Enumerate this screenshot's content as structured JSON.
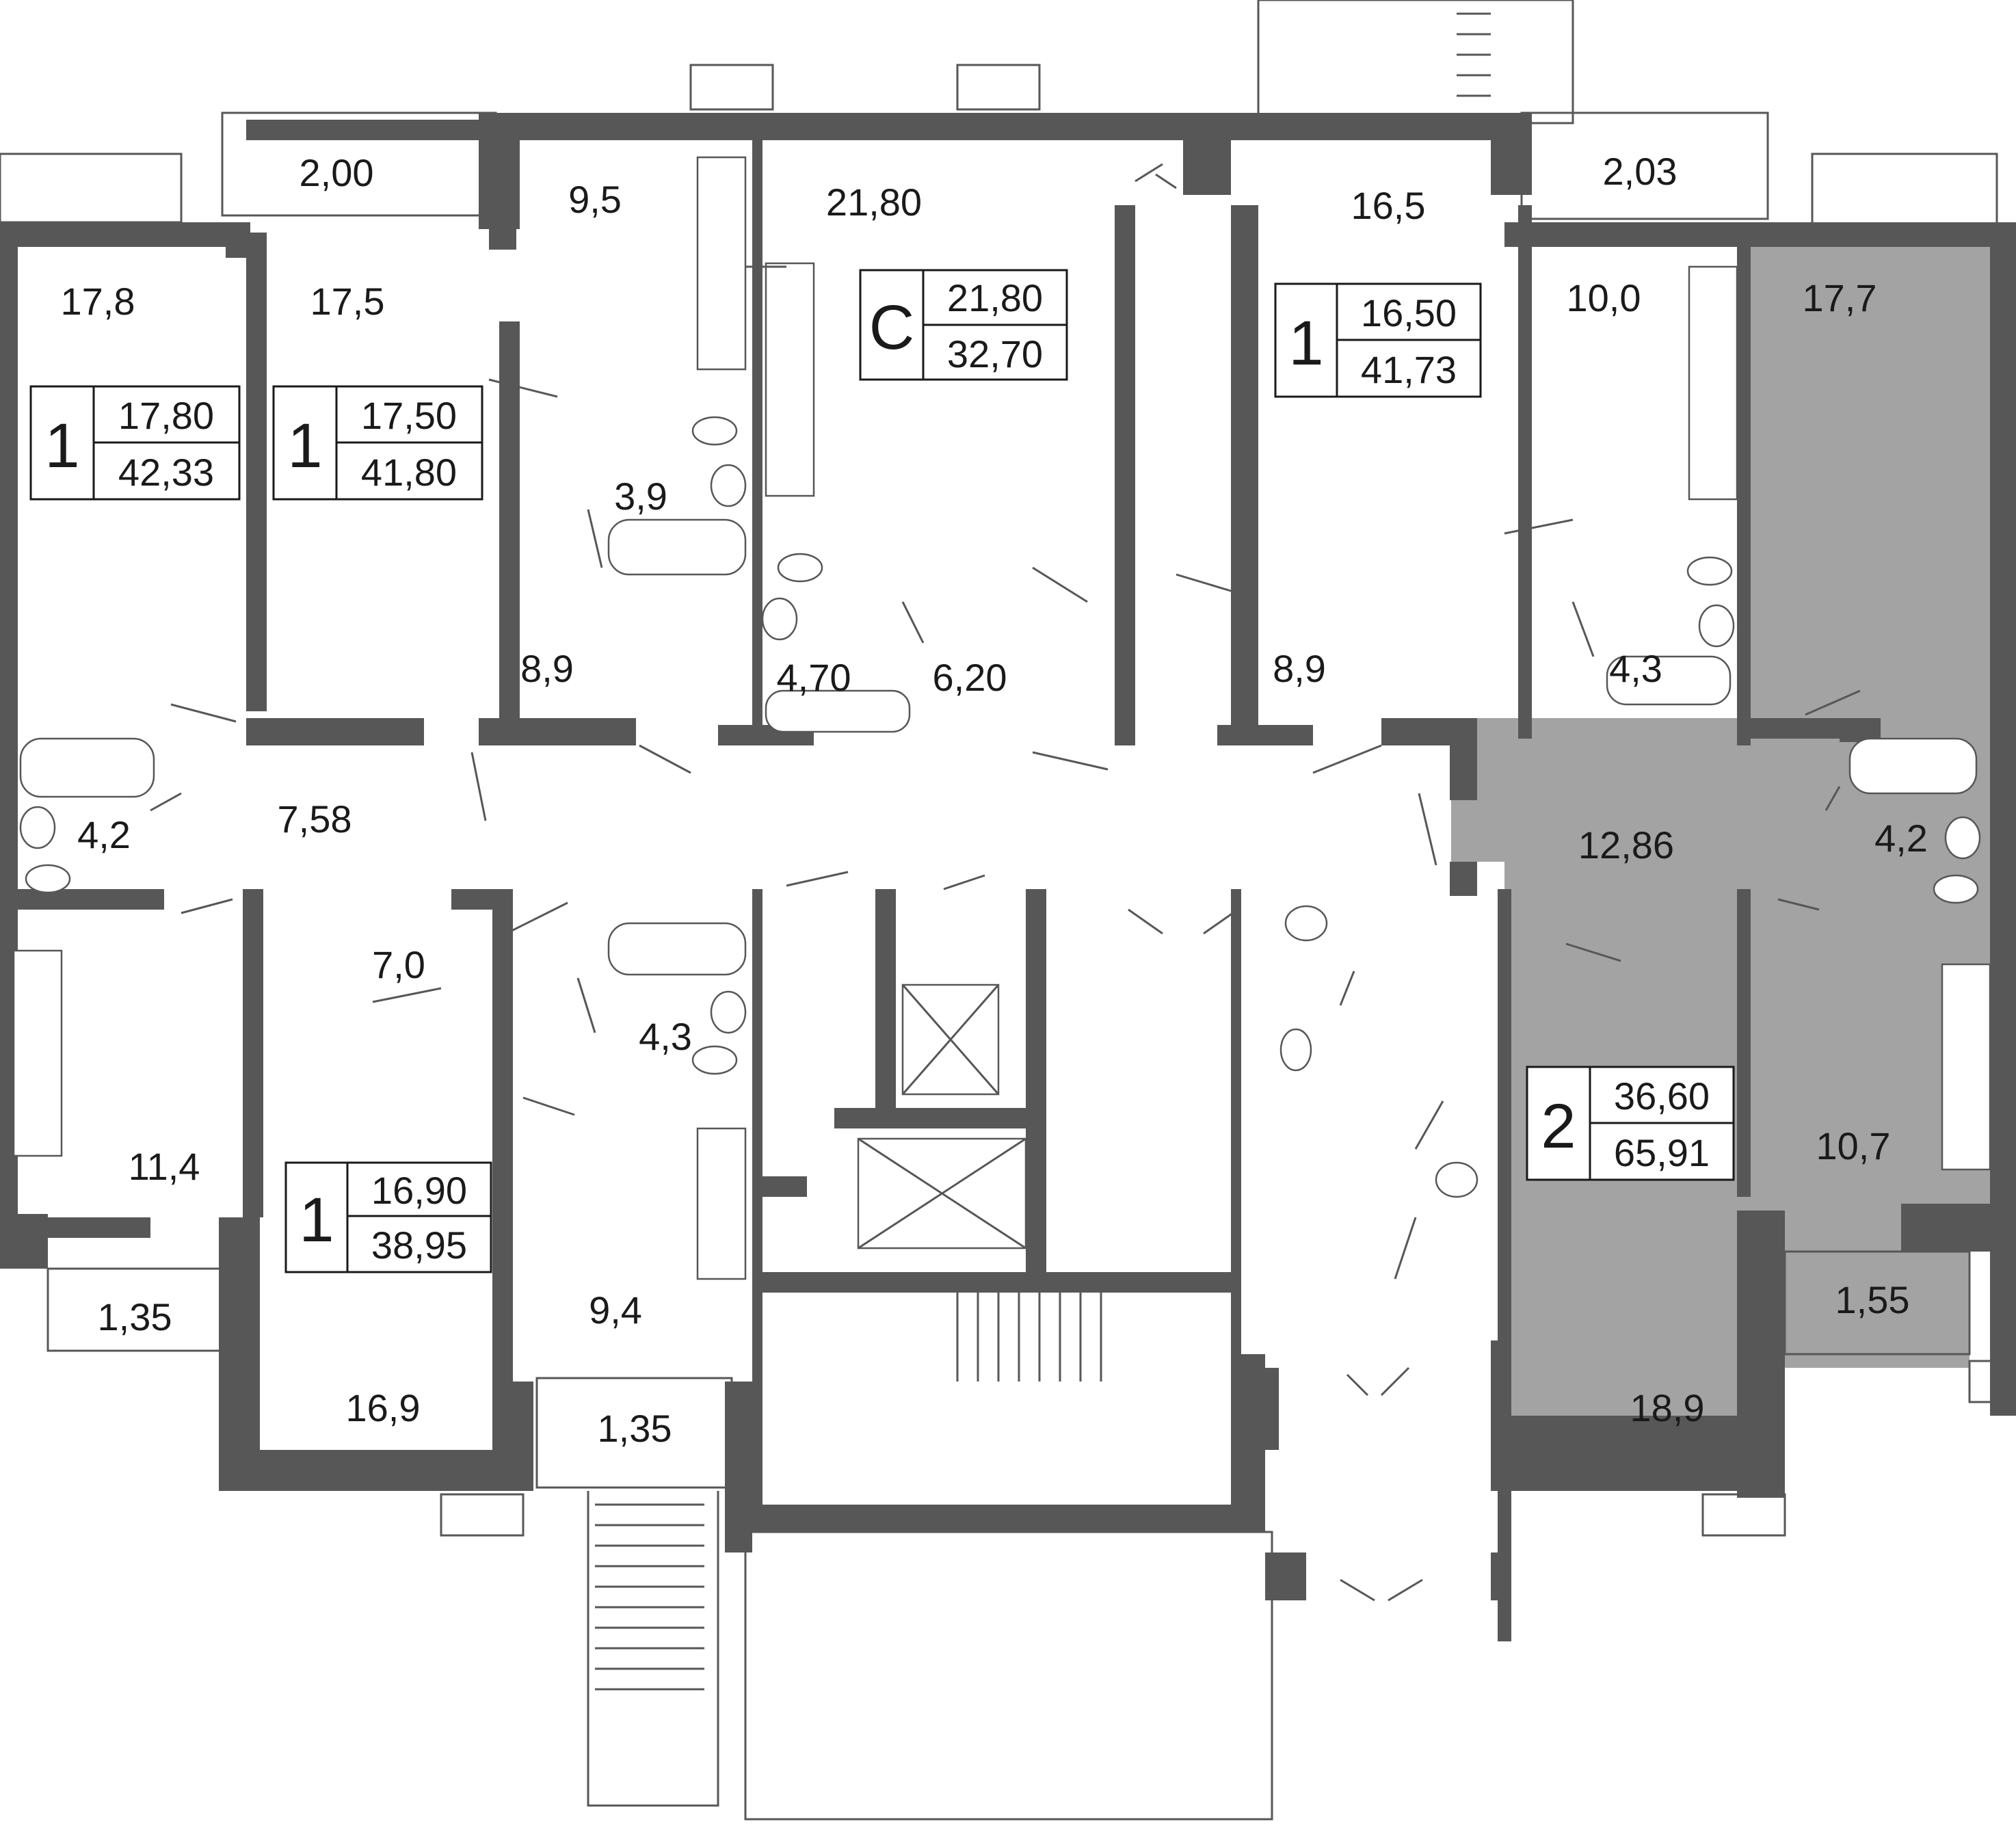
{
  "colors": {
    "wall": "#575757",
    "highlight_fill": "#a3a3a3",
    "background": "#ffffff",
    "text": "#1a1a1a"
  },
  "apartments": [
    {
      "type": "1",
      "living_area": "17,80",
      "total_area": "42,33"
    },
    {
      "type": "1",
      "living_area": "17,50",
      "total_area": "41,80"
    },
    {
      "type": "C",
      "living_area": "21,80",
      "total_area": "32,70"
    },
    {
      "type": "1",
      "living_area": "16,50",
      "total_area": "41,73"
    },
    {
      "type": "1",
      "living_area": "16,90",
      "total_area": "38,95"
    },
    {
      "type": "2",
      "living_area": "36,60",
      "total_area": "65,91",
      "highlighted": true
    }
  ],
  "rooms": [
    "2,00",
    "9,5",
    "21,80",
    "16,5",
    "2,03",
    "17,8",
    "17,5",
    "10,0",
    "17,7",
    "3,9",
    "8,9",
    "4,70",
    "6,20",
    "8,9",
    "4,3",
    "4,2",
    "7,58",
    "12,86",
    "4,2",
    "7,0",
    "4,3",
    "11,4",
    "10,7",
    "1,35",
    "9,4",
    "1,55",
    "16,9",
    "1,35",
    "18,9"
  ]
}
